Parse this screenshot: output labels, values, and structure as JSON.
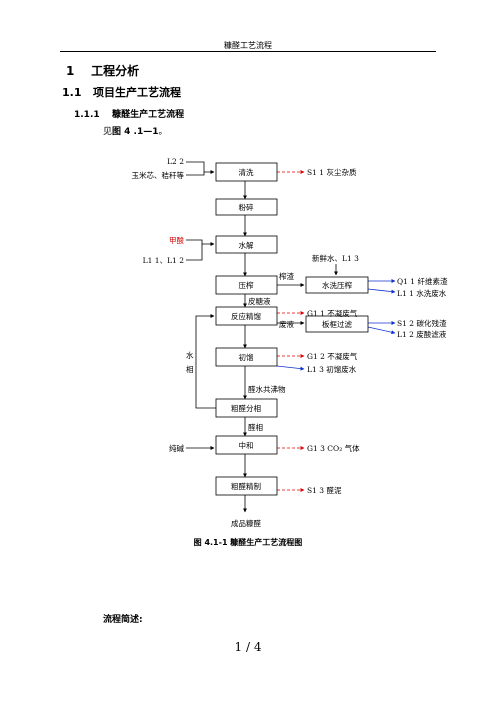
{
  "header": {
    "title": "糠醛工艺流程"
  },
  "sections": {
    "h1": {
      "num": "1",
      "title": "工程分析"
    },
    "h2": {
      "num": "1.1",
      "title": "项目生产工艺流程"
    },
    "h3": {
      "num": "1.1.1",
      "title": "糠醛生产工艺流程"
    },
    "ref": {
      "prefix": "见",
      "bold": "图 4 .1—1",
      "suffix": "。"
    }
  },
  "flowchart": {
    "boxes": [
      "清洗",
      "粉碎",
      "水解",
      "压榨",
      "水洗压榨",
      "反应精馏",
      "板框过滤",
      "初馏",
      "粗醛分相",
      "中和",
      "粗醛精制"
    ],
    "inputs": {
      "wash_in": [
        "L2 2",
        "玉米芯、秸秆等"
      ],
      "acid": "甲酸",
      "hydro_in": "L1 1、L1 2",
      "fresh_water": "新鲜水、L1 3",
      "alkali": "纯碱"
    },
    "flow_labels": {
      "residue": "榨渣",
      "sugar": "皮糖液",
      "waste_liquid": "废液",
      "azeotrope": "醛水共沸物",
      "aldehyde_phase": "醛相",
      "water_phase": [
        "水",
        "相"
      ],
      "product": "成品糠醛"
    },
    "emissions": {
      "S1_1": "S1 1  灰尘杂质",
      "Q1_1": "Q1 1  纤维素渣",
      "L1_1": "L1 1  水洗废水",
      "G1_1": "G1 1  不凝废气",
      "S1_2": "S1 2  碳化残渣",
      "L1_2": "L1 2  废酸滤液",
      "G1_2": "G1 2  不凝废气",
      "L1_3": "L1 3  初馏废水",
      "G1_3": "G1 3 CO₂ 气体",
      "S1_3": "S1 3    醛泥"
    }
  },
  "caption": "图 4.1-1  糠醛生产工艺流程图",
  "desc_title": "流程简述:",
  "page_number": "1 / 4"
}
